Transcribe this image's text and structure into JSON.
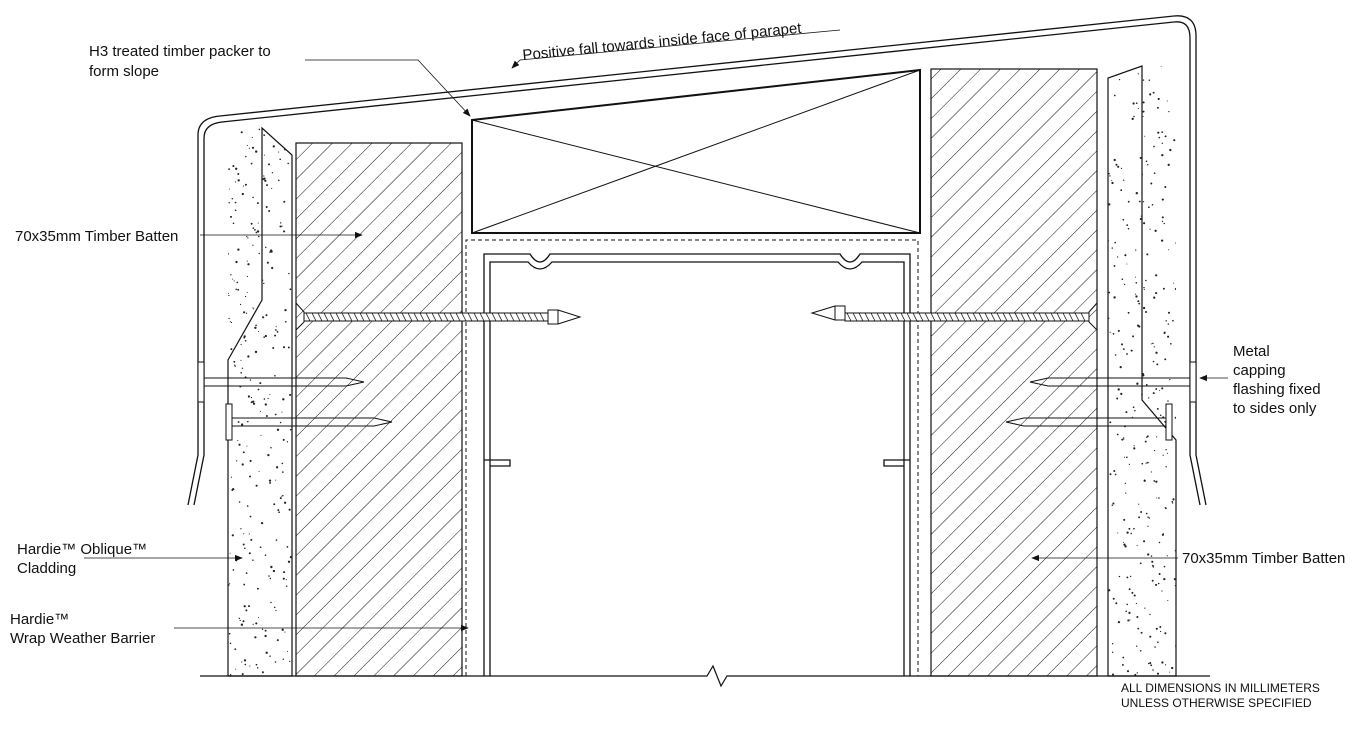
{
  "labels": {
    "packer_l1": "H3 treated timber packer to",
    "packer_l2": "form slope",
    "fall": "Positive fall towards inside face of parapet",
    "batten_left": "70x35mm Timber Batten",
    "batten_right": "70x35mm Timber Batten",
    "capping_l1": "Metal",
    "capping_l2": "capping",
    "capping_l3": "flashing fixed",
    "capping_l4": "to sides only",
    "cladding_l1": "Hardie™ Oblique™",
    "cladding_l2": "Cladding",
    "wrap_l1": "Hardie™",
    "wrap_l2": "Wrap Weather Barrier",
    "dims_l1": "ALL DIMENSIONS IN MILLIMETERS",
    "dims_l2": "UNLESS OTHERWISE SPECIFIED"
  },
  "colors": {
    "line": "#111111",
    "background": "#ffffff"
  }
}
